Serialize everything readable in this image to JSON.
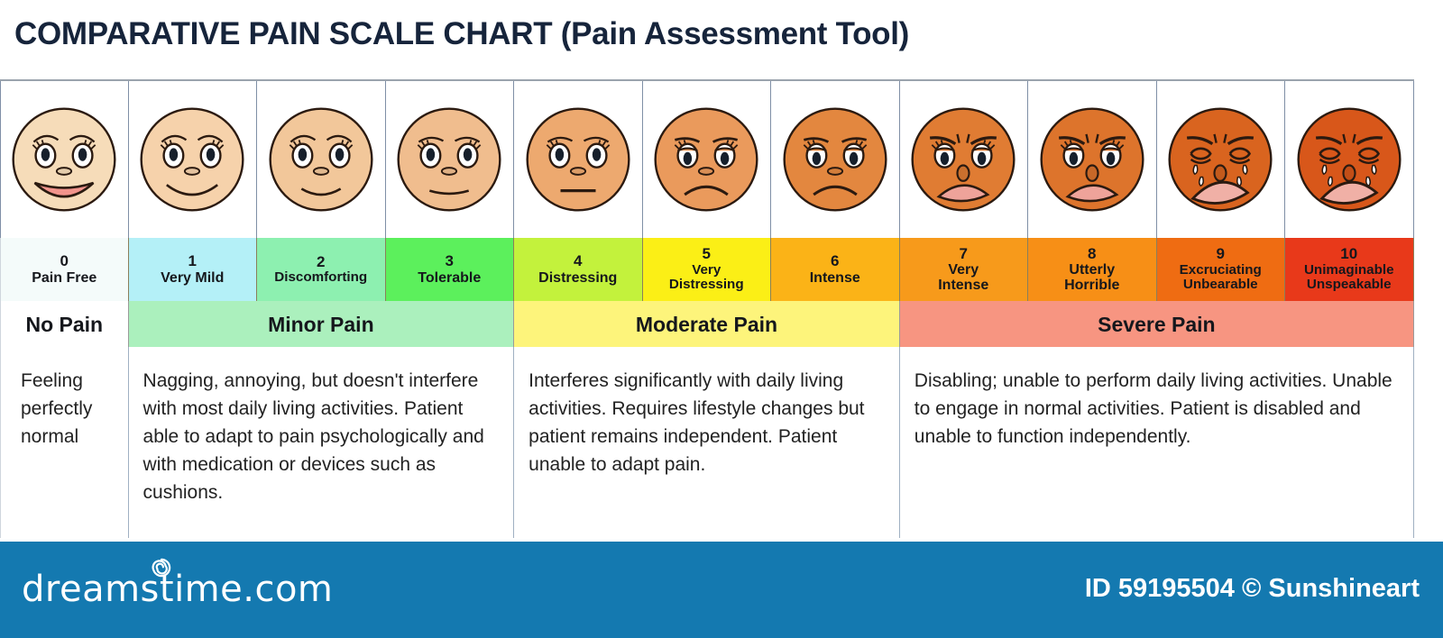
{
  "title": "COMPARATIVE PAIN SCALE CHART (Pain Assessment Tool)",
  "scale": {
    "levels": [
      {
        "number": "0",
        "label": "Pain Free",
        "label2": "",
        "bg": "#f4fbfa",
        "face_fill": "#f6dcb9",
        "mouth": "open-smile",
        "eyes": "open",
        "brows": "raised",
        "tears": false
      },
      {
        "number": "1",
        "label": "Very Mild",
        "label2": "",
        "bg": "#b4f0f7",
        "face_fill": "#f6d2ab",
        "mouth": "smile",
        "eyes": "open",
        "brows": "raised",
        "tears": false
      },
      {
        "number": "2",
        "label": "Discomforting",
        "label2": "",
        "bg": "#8df0b0",
        "face_fill": "#f2c79a",
        "mouth": "slight-smile",
        "eyes": "open",
        "brows": "raised",
        "tears": false
      },
      {
        "number": "3",
        "label": "Tolerable",
        "label2": "",
        "bg": "#5cf05c",
        "face_fill": "#f0bd8e",
        "mouth": "flat-curve",
        "eyes": "open",
        "brows": "neutral",
        "tears": false
      },
      {
        "number": "4",
        "label": "Distressing",
        "label2": "",
        "bg": "#c3f23c",
        "face_fill": "#eda96f",
        "mouth": "flat",
        "eyes": "open",
        "brows": "neutral",
        "tears": false
      },
      {
        "number": "5",
        "label": "Very",
        "label2": "Distressing",
        "bg": "#fbef16",
        "face_fill": "#ea9a5c",
        "mouth": "frown",
        "eyes": "open",
        "brows": "sad",
        "tears": false
      },
      {
        "number": "6",
        "label": "Intense",
        "label2": "",
        "bg": "#fbb317",
        "face_fill": "#e3873f",
        "mouth": "frown",
        "eyes": "open",
        "brows": "sad",
        "tears": false
      },
      {
        "number": "7",
        "label": "Very",
        "label2": "Intense",
        "bg": "#f79a1b",
        "face_fill": "#e07c33",
        "mouth": "open-frown",
        "eyes": "open",
        "brows": "angry",
        "tears": false
      },
      {
        "number": "8",
        "label": "Utterly",
        "label2": "Horrible",
        "bg": "#f78f16",
        "face_fill": "#dd742c",
        "mouth": "open-frown",
        "eyes": "open",
        "brows": "angry",
        "tears": false
      },
      {
        "number": "9",
        "label": "Excruciating",
        "label2": "Unbearable",
        "bg": "#ef6c12",
        "face_fill": "#d9641f",
        "mouth": "big-frown",
        "eyes": "closed",
        "brows": "angry",
        "tears": true
      },
      {
        "number": "10",
        "label": "Unimaginable",
        "label2": "Unspeakable",
        "bg": "#e8391a",
        "face_fill": "#d8571a",
        "mouth": "big-frown",
        "eyes": "closed",
        "brows": "angry",
        "tears": true
      }
    ]
  },
  "categories": [
    {
      "label": "No Pain",
      "bg": "#ffffff",
      "span": 1
    },
    {
      "label": "Minor Pain",
      "bg": "#abf0bd",
      "span": 3
    },
    {
      "label": "Moderate Pain",
      "bg": "#fdf47b",
      "span": 3
    },
    {
      "label": "Severe Pain",
      "bg": "#f79581",
      "span": 4
    }
  ],
  "descriptions": [
    {
      "span": 1,
      "text": "Feeling perfectly normal"
    },
    {
      "span": 3,
      "text": "Nagging, annoying, but doesn't interfere with most daily living activities. Patient able to adapt to pain psychologically and  with medication or devices such as cushions."
    },
    {
      "span": 3,
      "text": "Interferes significantly with daily living activities. Requires lifestyle changes but patient remains independent. Patient unable to adapt pain."
    },
    {
      "span": 4,
      "text": "Disabling; unable to perform daily living activities. Unable to engage in normal activities. Patient is disabled and unable to function independently."
    }
  ],
  "footer": {
    "brand": "dreamstime.com",
    "credit": "ID 59195504 © Sunshineart",
    "bar_color": "#1479b0"
  }
}
